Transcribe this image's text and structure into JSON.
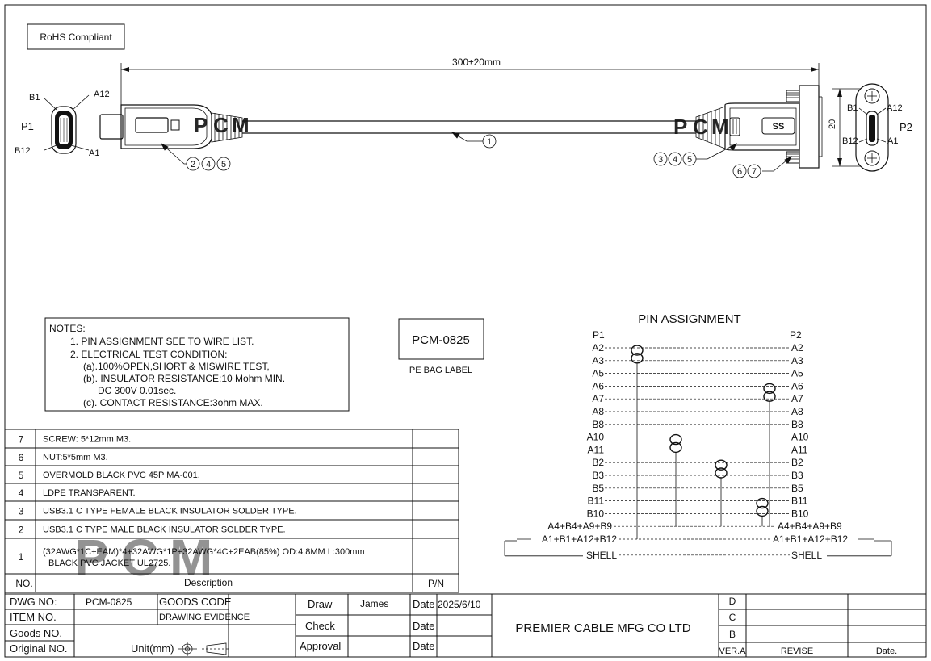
{
  "rohs": "RoHS Compliant",
  "dimensions": {
    "length": "300±20mm",
    "height": "20"
  },
  "p1": {
    "label": "P1",
    "pins": {
      "b1": "B1",
      "a12": "A12",
      "b12": "B12",
      "a1": "A1"
    }
  },
  "p2": {
    "label": "P2",
    "pins": {
      "b1": "B1",
      "a12": "A12",
      "b12": "B12",
      "a1": "A1"
    }
  },
  "usb_logo": "SS",
  "callouts": {
    "plug": [
      "2",
      "4",
      "5"
    ],
    "cable": [
      "1"
    ],
    "jack": [
      "3",
      "4",
      "5"
    ],
    "screw": [
      "6",
      "7"
    ]
  },
  "watermark": {
    "p": "P",
    "c": "C",
    "m": "M",
    "colors": {
      "p": "#e8a33d",
      "c": "#7cc56a",
      "m": "#29a8c8"
    }
  },
  "notes": {
    "title": "NOTES:",
    "lines": [
      "1. PIN ASSIGNMENT SEE TO WIRE LIST.",
      "2. ELECTRICAL TEST CONDITION:",
      "(a).100%OPEN,SHORT & MISWIRE TEST,",
      "(b). INSULATOR RESISTANCE:10 Mohm MIN.",
      "DC 300V 0.01sec.",
      "(c). CONTACT RESISTANCE:3ohm MAX."
    ]
  },
  "label_box": {
    "code": "PCM-0825",
    "caption": "PE BAG LABEL"
  },
  "pin_assignment": {
    "title": "PIN ASSIGNMENT",
    "left_header": "P1",
    "right_header": "P2",
    "rows": [
      {
        "l": "A2",
        "r": "A2"
      },
      {
        "l": "A3",
        "r": "A3"
      },
      {
        "l": "A5",
        "r": "A5"
      },
      {
        "l": "A6",
        "r": "A6"
      },
      {
        "l": "A7",
        "r": "A7"
      },
      {
        "l": "A8",
        "r": "A8"
      },
      {
        "l": "B8",
        "r": "B8"
      },
      {
        "l": "A10",
        "r": "A10"
      },
      {
        "l": "A11",
        "r": "A11"
      },
      {
        "l": "B2",
        "r": "B2"
      },
      {
        "l": "B3",
        "r": "B3"
      },
      {
        "l": "B5",
        "r": "B5"
      },
      {
        "l": "B11",
        "r": "B11"
      },
      {
        "l": "B10",
        "r": "B10"
      },
      {
        "l": "A4+B4+A9+B9",
        "r": "A4+B4+A9+B9"
      },
      {
        "l": "A1+B1+A12+B12",
        "r": "A1+B1+A12+B12"
      },
      {
        "l": "SHELL",
        "r": "SHELL"
      }
    ]
  },
  "bom": {
    "rows": [
      {
        "no": "7",
        "desc": [
          "SCREW: 5*12mm M3."
        ],
        "pn": ""
      },
      {
        "no": "6",
        "desc": [
          "NUT:5*5mm M3."
        ],
        "pn": ""
      },
      {
        "no": "5",
        "desc": [
          "OVERMOLD BLACK PVC 45P MA-001."
        ],
        "pn": ""
      },
      {
        "no": "4",
        "desc": [
          "LDPE TRANSPARENT."
        ],
        "pn": ""
      },
      {
        "no": "3",
        "desc": [
          "USB3.1 C TYPE FEMALE BLACK INSULATOR SOLDER TYPE."
        ],
        "pn": ""
      },
      {
        "no": "2",
        "desc": [
          "USB3.1 C TYPE MALE BLACK INSULATOR SOLDER TYPE."
        ],
        "pn": ""
      },
      {
        "no": "1",
        "desc": [
          "(32AWG*1C+EAM)*4+32AWG*1P+32AWG*4C+2EAB(85%)  OD:4.8MM   L:300mm",
          "BLACK PVC JACKET UL2725."
        ],
        "pn": ""
      }
    ],
    "header": {
      "no": "NO.",
      "desc": "Description",
      "pn": "P/N"
    }
  },
  "title_block": {
    "dwg_no_label": "DWG NO:",
    "dwg_no": "PCM-0825",
    "goods_code_label": "GOODS CODE",
    "item_no_label": "ITEM NO.",
    "drawing_evidence": "DRAWING EVIDENCE",
    "goods_no_label": "Goods NO.",
    "original_no_label": "Original NO.",
    "unit_label": "Unit(mm)",
    "draw_label": "Draw",
    "draw_name": "James",
    "date_label": "Date",
    "date_value": "2025/6/10",
    "check_label": "Check",
    "approval_label": "Approval",
    "company": "PREMIER CABLE MFG CO LTD",
    "revisions": [
      "D",
      "C",
      "B"
    ],
    "ver_label": "VER.A",
    "revise_label": "REVISE",
    "rev_date_label": "Date."
  }
}
